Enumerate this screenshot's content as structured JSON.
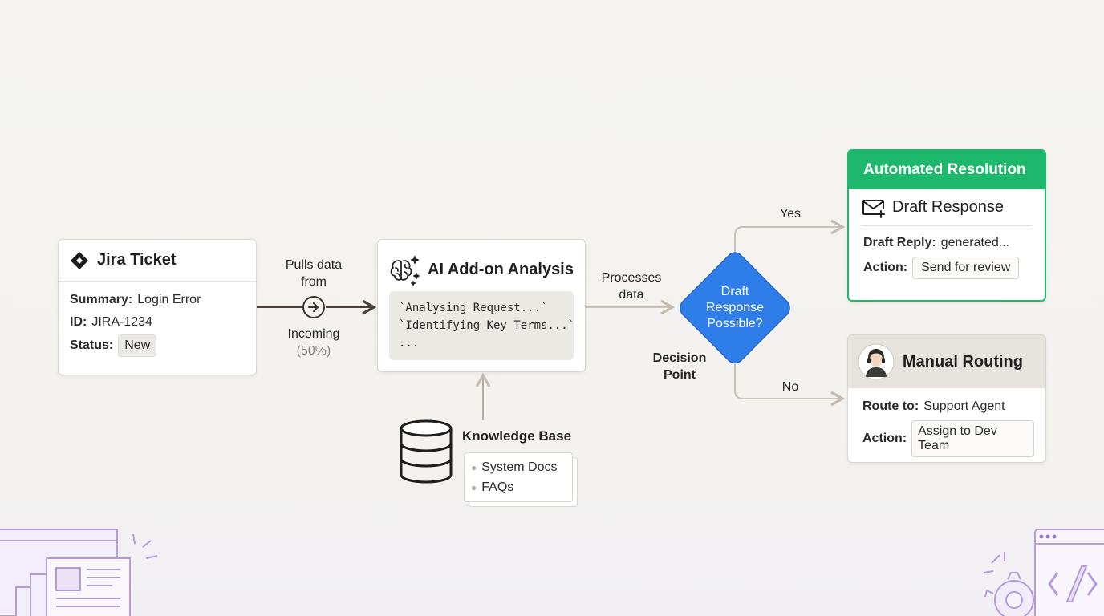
{
  "jira": {
    "title": "Jira Ticket",
    "summary_key": "Summary:",
    "summary_val": "Login Error",
    "id_key": "ID:",
    "id_val": "JIRA-1234",
    "status_key": "Status:",
    "status_val": "New"
  },
  "connector_pull": {
    "top_line1": "Pulls data",
    "top_line2": "from",
    "bottom_line1": "Incoming",
    "bottom_line2": "(50%)"
  },
  "ai": {
    "title": "AI Add-on Analysis",
    "lines": [
      "`Analysing Request...`",
      "`Identifying Key Terms...`",
      "..."
    ]
  },
  "knowledge_base": {
    "title": "Knowledge Base",
    "items": [
      "System Docs",
      "FAQs"
    ]
  },
  "connector_process": {
    "line1": "Processes",
    "line2": "data"
  },
  "decision": {
    "line1": "Draft",
    "line2": "Response",
    "line3": "Possible?",
    "caption_line1": "Decision",
    "caption_line2": "Point",
    "yes": "Yes",
    "no": "No"
  },
  "automated": {
    "header": "Automated Resolution",
    "sub_title": "Draft Response",
    "reply_key": "Draft Reply:",
    "reply_val": "generated...",
    "action_key": "Action:",
    "action_val": "Send for review"
  },
  "manual": {
    "header": "Manual Routing",
    "route_key": "Route to:",
    "route_val": "Support Agent",
    "action_key": "Action:",
    "action_val": "Assign to Dev Team"
  },
  "colors": {
    "green": "#1db86b",
    "blue": "#2f7de8",
    "purple": "#b49be0",
    "wire": "#c9c2b8"
  }
}
